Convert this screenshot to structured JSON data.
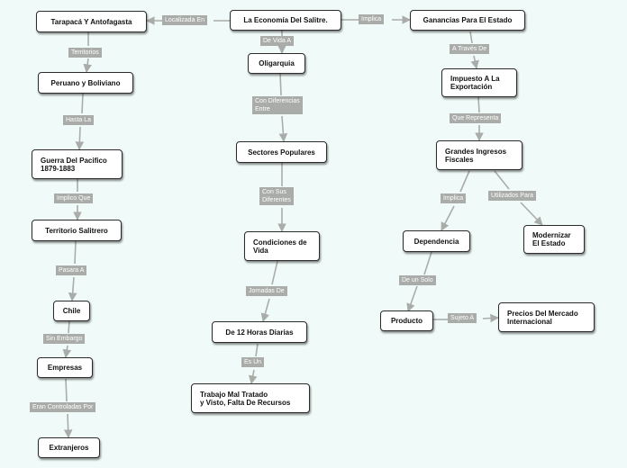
{
  "colors": {
    "background": "#f0fbf9",
    "node_fill": "#ffffff",
    "node_border": "#2b2b2b",
    "connector": "#a9aca9",
    "label_text": "#ffffff"
  },
  "nodes": {
    "tarapaca": "Tarapacá Y Antofagasta",
    "economia": "La Economía Del Salitre.",
    "ganancias": "Ganancias Para El Estado",
    "peruano": "Peruano y Boliviano",
    "oligarquia": "Oligarquia",
    "impuesto": "Impuesto A La\nExportación",
    "guerra": "Guerra Del Pacifico\n1879-1883",
    "sectores": "Sectores Populares",
    "ingresos": "Grandes Ingresos\nFiscales",
    "territorio": "Territorio Salitrero",
    "condiciones": "Condiciones de\nVida",
    "dependencia": "Dependencia",
    "modernizar": "Modernizar\nEl Estado",
    "chile": "Chile",
    "horas": "De 12 Horas Diarias",
    "producto": "Producto",
    "precios": "Precios Del Mercado\nInternacional",
    "empresas": "Empresas",
    "trabajo": "Trabajo Mal Tratado\ny Visto, Falta De Recursos",
    "extranjeros": "Extranjeros"
  },
  "links": {
    "localizada": "Localizada En",
    "implica_top": "Implica",
    "territorios": "Territorios",
    "devida": "De Vida A",
    "atraves": "A Través De",
    "hastala": "Hasta La",
    "diferencias": "Con Diferencias\nEntre",
    "representa": "Que Representa",
    "implicaque": "Implico Que",
    "consus": "Con Sus\nDiferentes",
    "implica_mid": "Implica",
    "utilizados": "Utilizados Para",
    "pasaraa": "Pasara A",
    "jornadas": "Jornadas De",
    "desolo": "De un Solo",
    "sinembargo": "Sin Embargo",
    "esun": "Es Un",
    "sujetoa": "Sujeto A",
    "controladas": "Eran Controladas Por"
  }
}
